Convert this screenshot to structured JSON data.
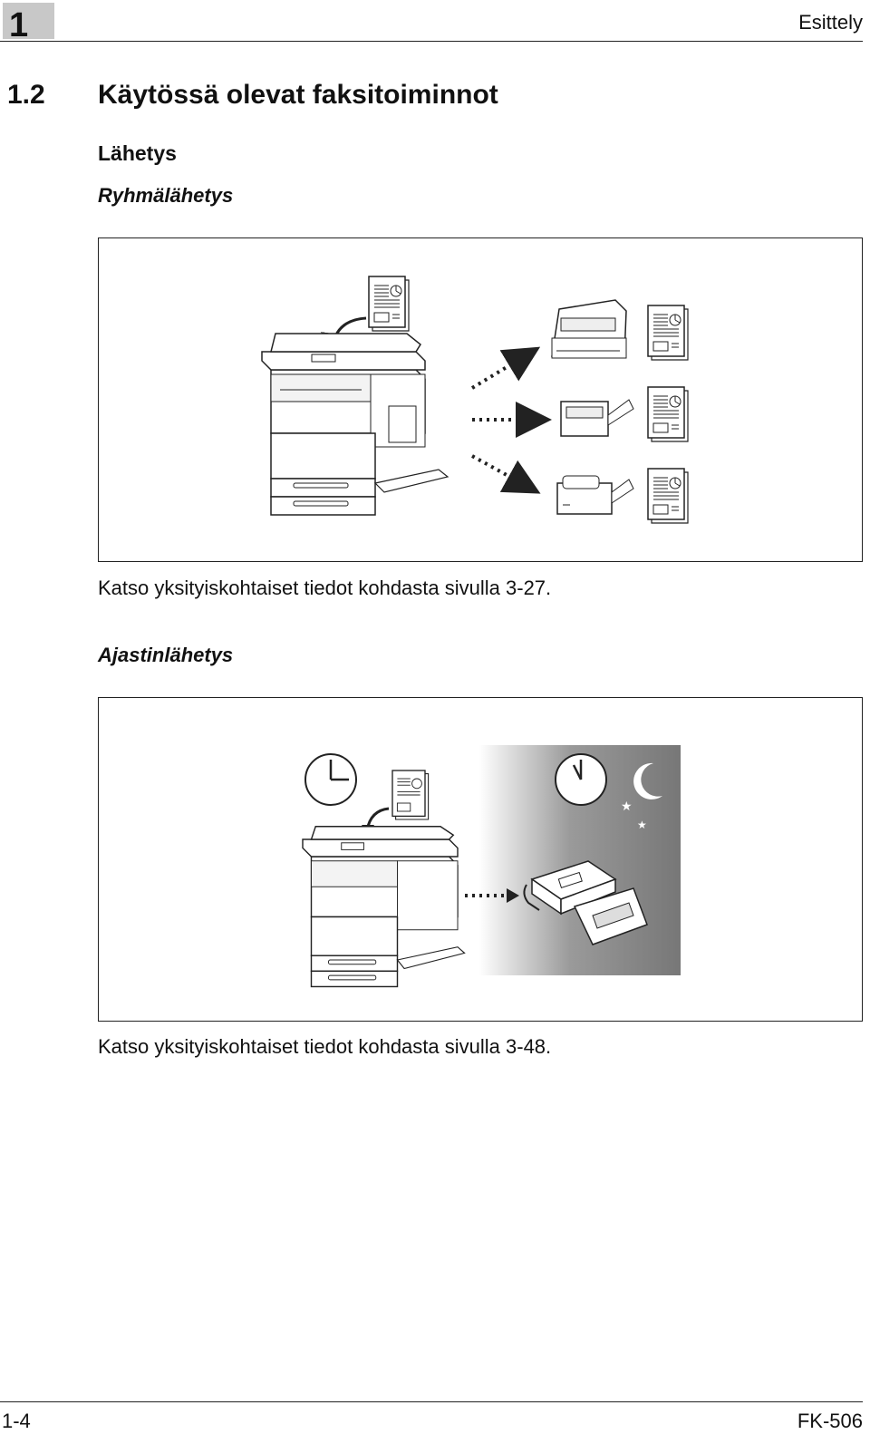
{
  "header": {
    "chapter_number": "1",
    "chapter_title": "Esittely"
  },
  "section": {
    "number": "1.2",
    "title": "Käytössä olevat faksitoiminnot"
  },
  "subsection": {
    "title": "Lähetys"
  },
  "features": [
    {
      "title": "Ryhmälähetys",
      "reference": "Katso yksityiskohtaiset tiedot kohdasta sivulla 3-27."
    },
    {
      "title": "Ajastinlähetys",
      "reference": "Katso yksityiskohtaiset tiedot kohdasta sivulla 3-48."
    }
  ],
  "footer": {
    "page": "1-4",
    "model": "FK-506"
  }
}
